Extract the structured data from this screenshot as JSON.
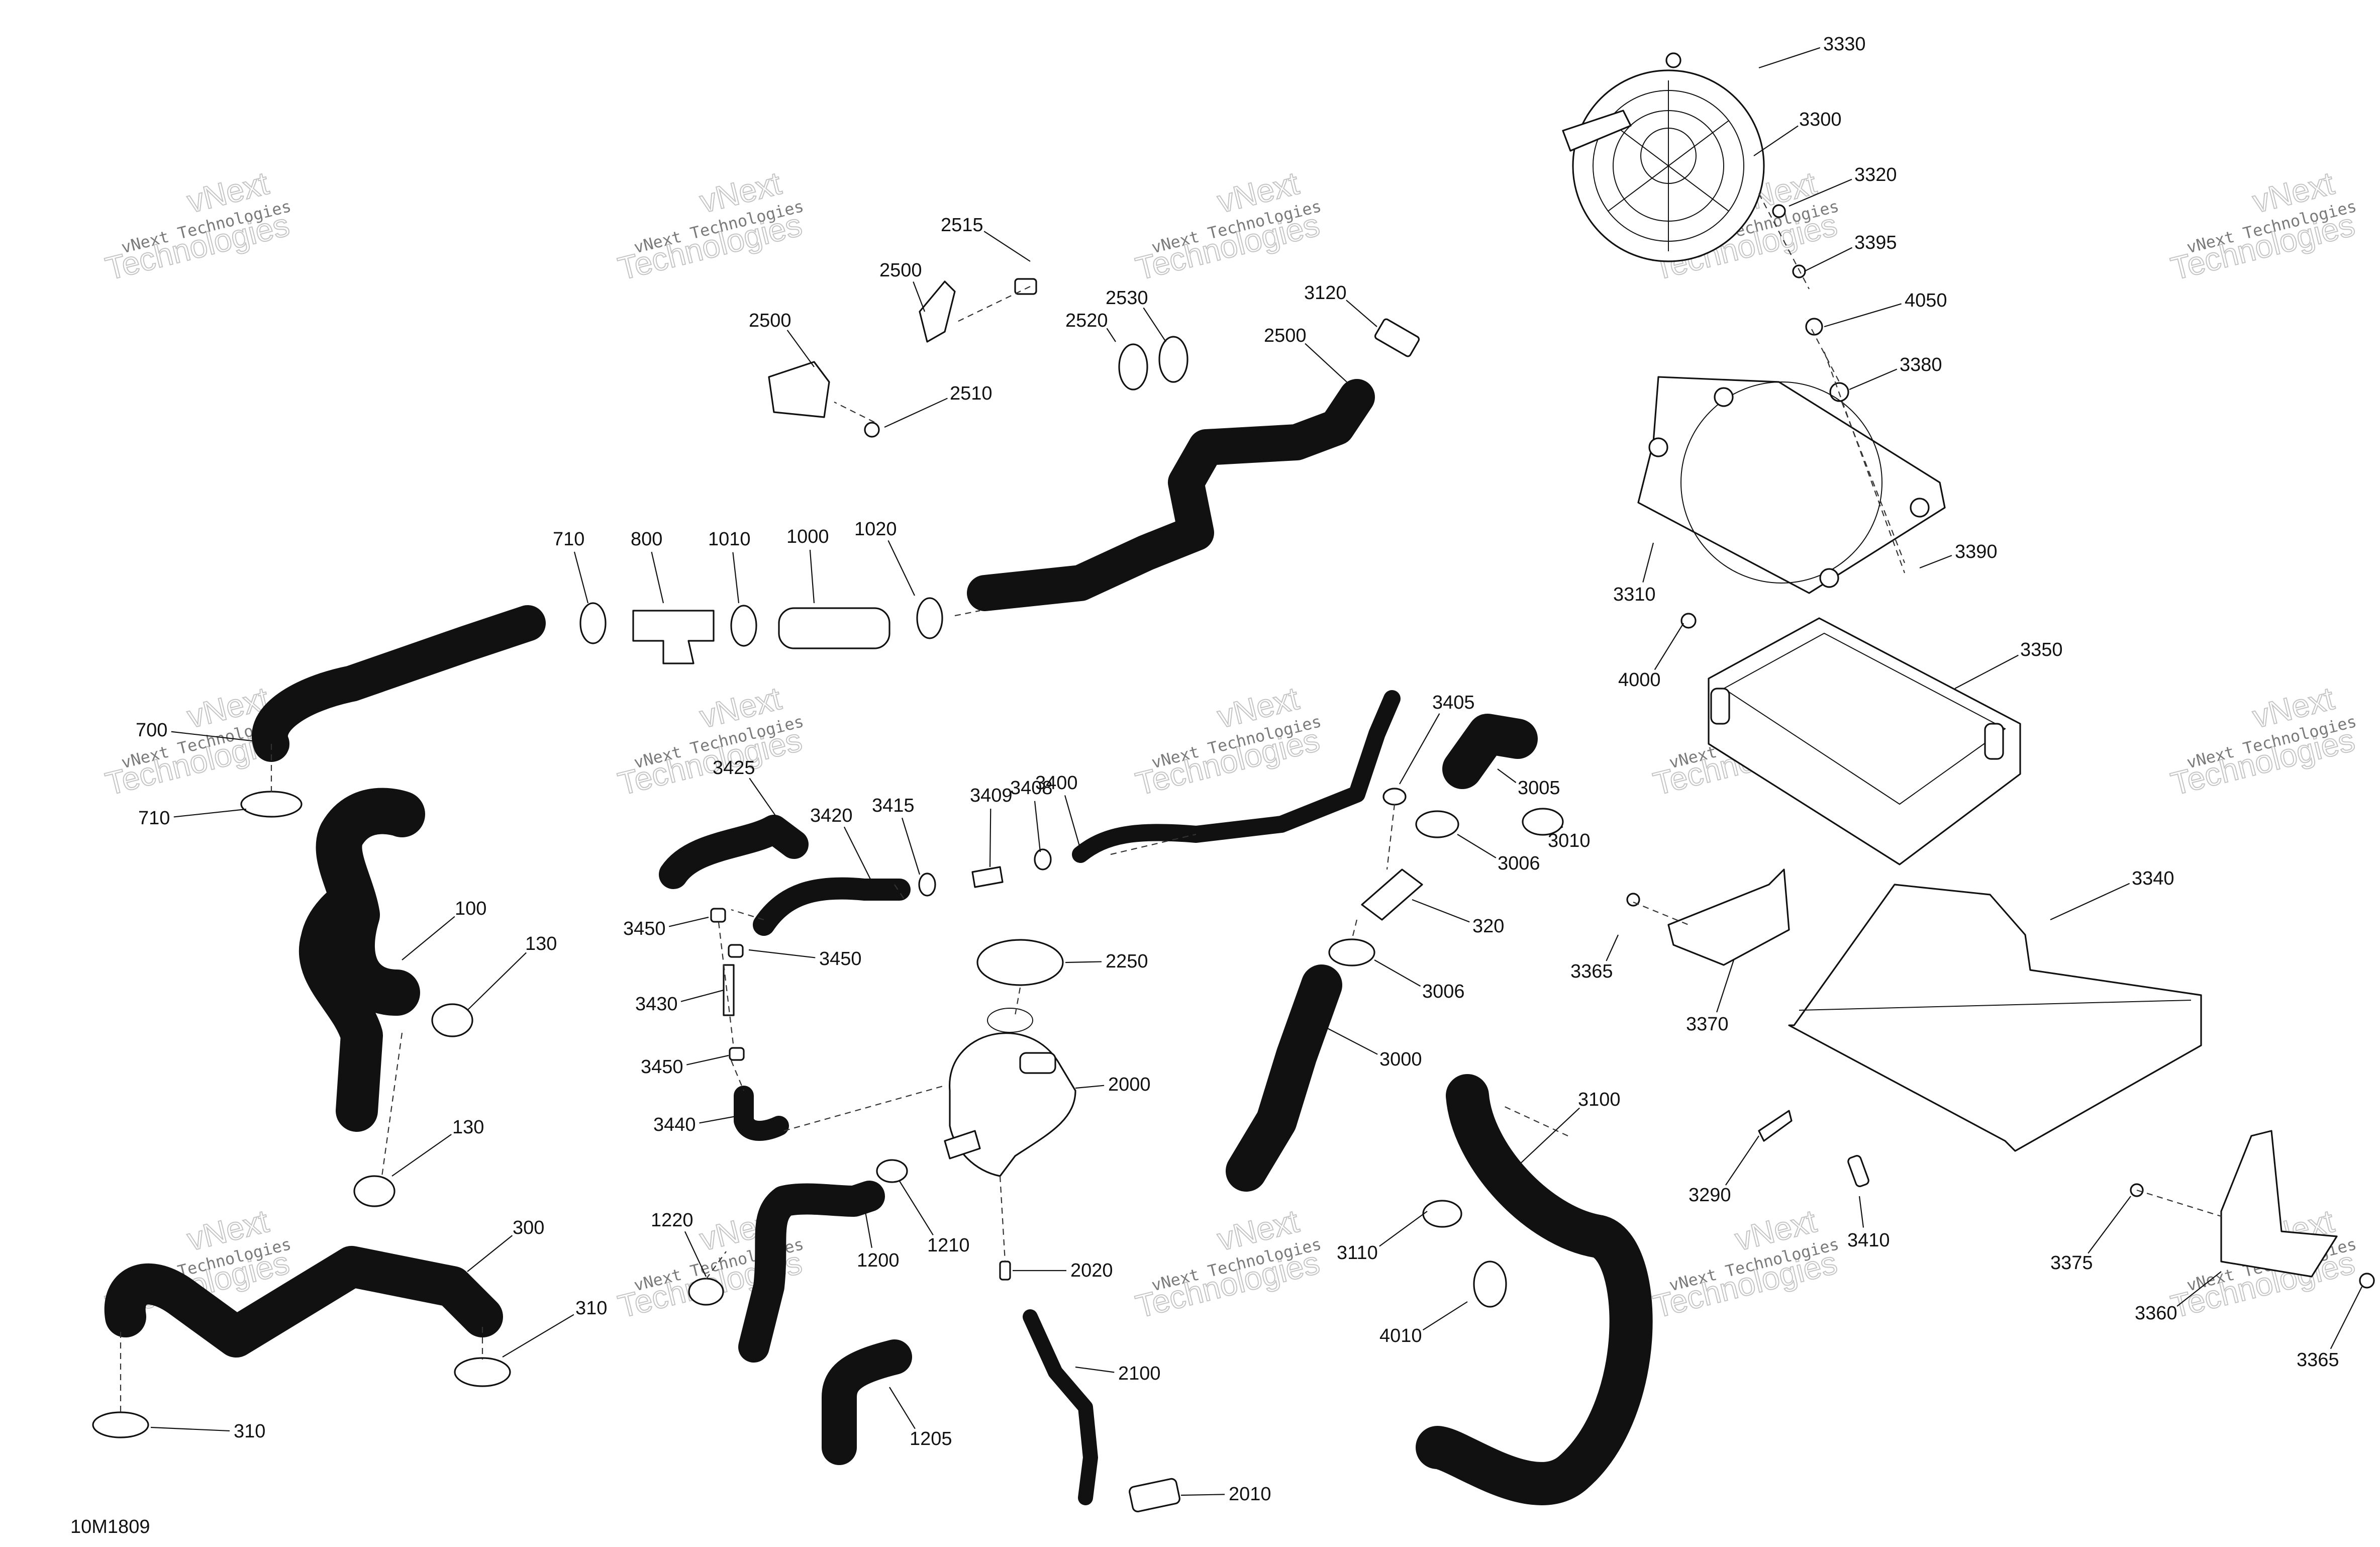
{
  "diagram_code": "10M1809",
  "watermark": {
    "line1": "vNext Technologies",
    "line2": "vNext",
    "line3": "Technologies"
  },
  "callouts": [
    "3330",
    "3300",
    "3320",
    "3395",
    "4050",
    "3380",
    "3310",
    "3390",
    "4000",
    "3350",
    "3365",
    "3370",
    "3340",
    "3290",
    "3410",
    "3375",
    "3360",
    "3365",
    "2515",
    "2500",
    "2500",
    "2510",
    "2520",
    "2530",
    "3120",
    "2500",
    "710",
    "800",
    "1010",
    "1000",
    "1020",
    "700",
    "710",
    "3425",
    "3420",
    "3415",
    "3409",
    "3408",
    "3400",
    "3405",
    "3005",
    "3010",
    "3006",
    "320",
    "3006",
    "3000",
    "3450",
    "3450",
    "3430",
    "3450",
    "3440",
    "2250",
    "2000",
    "1210",
    "1200",
    "1220",
    "1205",
    "2020",
    "2100",
    "2010",
    "100",
    "130",
    "130",
    "300",
    "310",
    "310",
    "3100",
    "3110",
    "4010"
  ]
}
